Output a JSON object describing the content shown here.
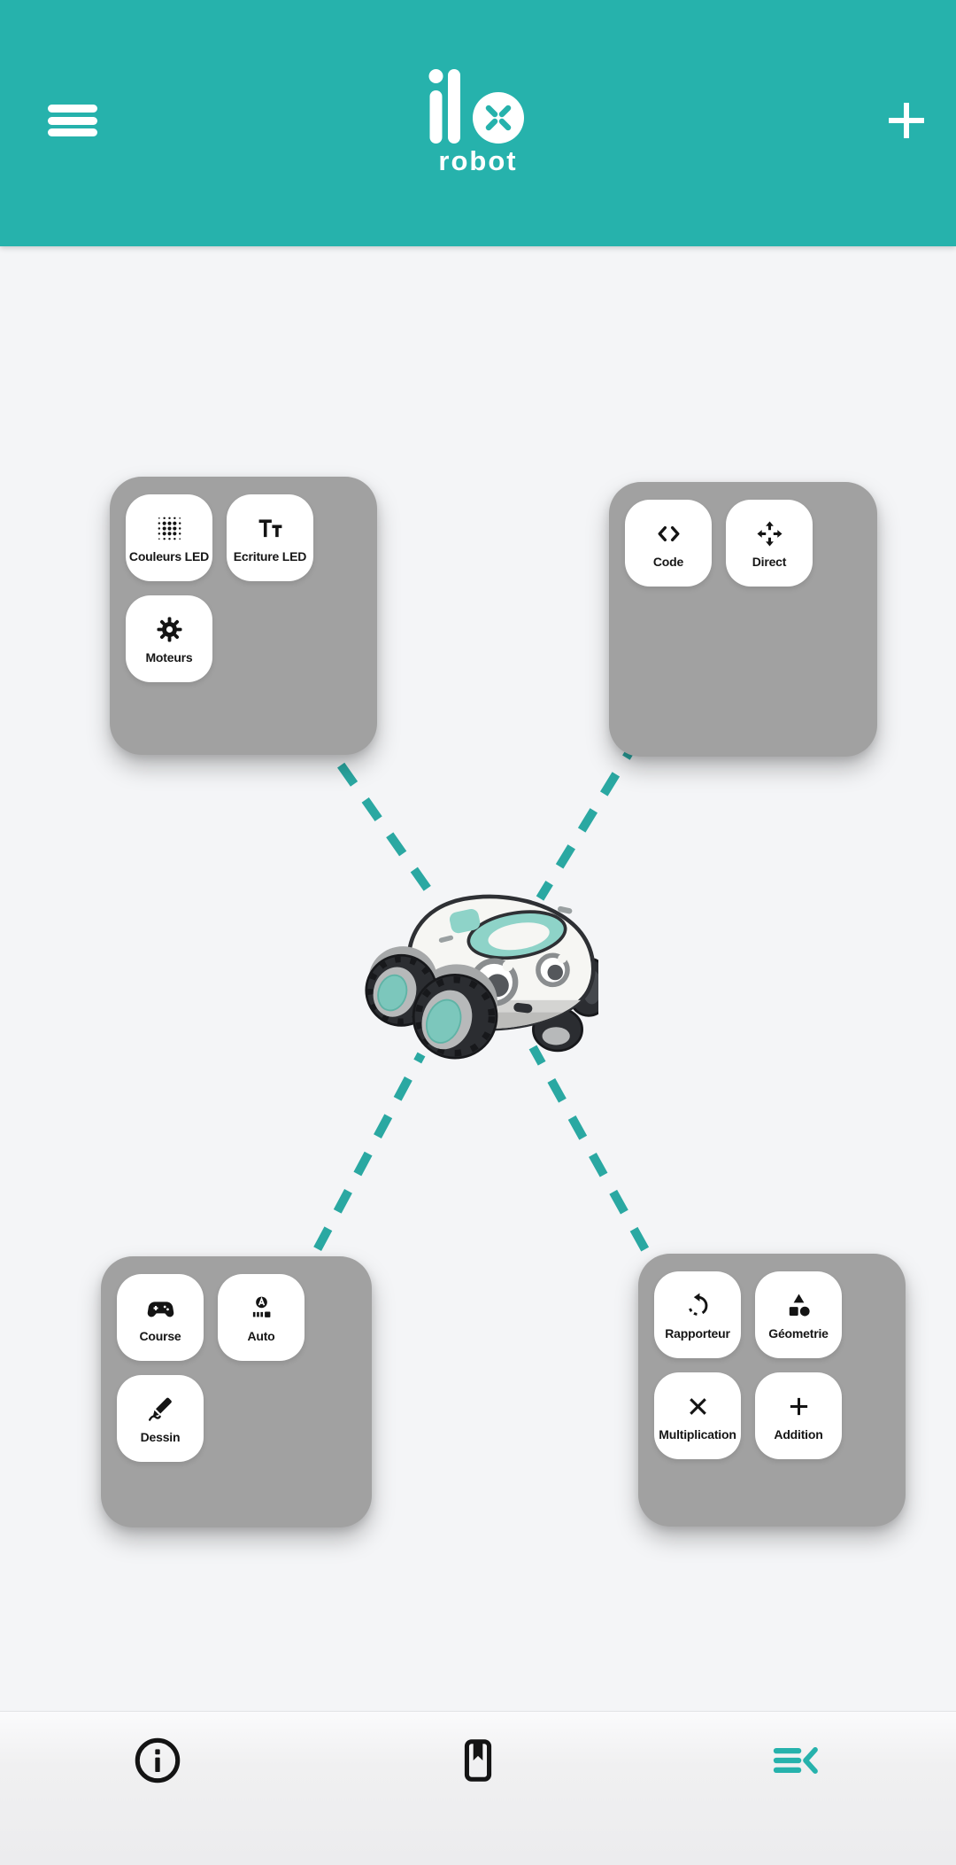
{
  "header": {
    "logo_text": "ilo",
    "logo_subtext": "robot",
    "menu_icon": "hamburger-icon",
    "add_icon": "plus-icon",
    "background": "#26b2ac"
  },
  "colors": {
    "teal": "#26b2ac",
    "connection_line": "#2aa8a2",
    "panel_gray": "#a1a1a1",
    "tile_white": "#ffffff",
    "background": "#f4f5f7",
    "icon_black": "#141414"
  },
  "panels": [
    {
      "position": "top-left",
      "buttons": [
        {
          "label": "Couleurs LED",
          "icon": "led-matrix-icon"
        },
        {
          "label": "Ecriture LED",
          "icon": "letters-icon"
        },
        {
          "label": "Moteurs",
          "icon": "gear-icon"
        }
      ]
    },
    {
      "position": "top-right",
      "buttons": [
        {
          "label": "Code",
          "icon": "code-icon"
        },
        {
          "label": "Direct",
          "icon": "move-arrows-icon"
        }
      ]
    },
    {
      "position": "bottom-left",
      "buttons": [
        {
          "label": "Course",
          "icon": "gamepad-icon"
        },
        {
          "label": "Auto",
          "icon": "auto-mode-icon"
        },
        {
          "label": "Dessin",
          "icon": "draw-icon"
        }
      ]
    },
    {
      "position": "bottom-right",
      "buttons": [
        {
          "label": "Rapporteur",
          "icon": "rotate-left-icon"
        },
        {
          "label": "Géometrie",
          "icon": "shapes-icon"
        },
        {
          "label": "Multiplication",
          "icon": "multiply-icon"
        },
        {
          "label": "Addition",
          "icon": "plus-math-icon"
        }
      ]
    }
  ],
  "robot": {
    "illustration": "ilo-robot-illustration"
  },
  "bottom_bar": {
    "items": [
      {
        "icon": "info-icon"
      },
      {
        "icon": "bookmark-icon"
      },
      {
        "icon": "menu-open-icon",
        "color": "#26b2ac"
      }
    ]
  }
}
